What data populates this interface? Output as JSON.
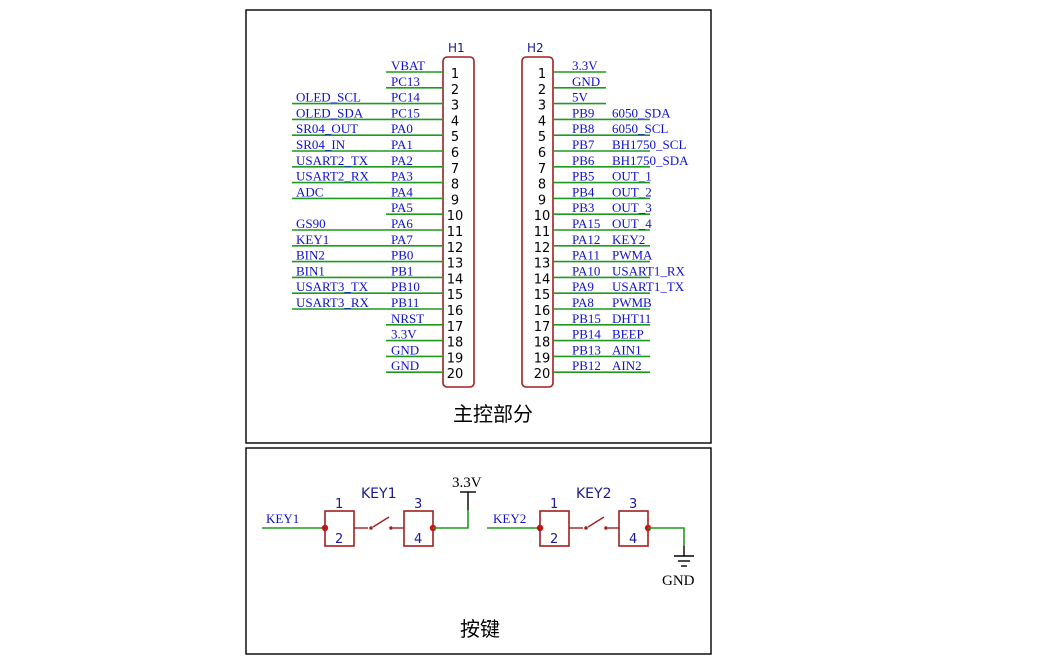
{
  "colors": {
    "wire": "#1f9a1f",
    "body": "#a02020",
    "label": "#1010d0",
    "frame": "#000000"
  },
  "main_section": {
    "title": "主控部分",
    "h1": {
      "name": "H1",
      "pins": [
        {
          "num": "1",
          "label": "VBAT",
          "net": ""
        },
        {
          "num": "2",
          "label": "PC13",
          "net": ""
        },
        {
          "num": "3",
          "label": "PC14",
          "net": "OLED_SCL"
        },
        {
          "num": "4",
          "label": "PC15",
          "net": "OLED_SDA"
        },
        {
          "num": "5",
          "label": "PA0",
          "net": "SR04_OUT"
        },
        {
          "num": "6",
          "label": "PA1",
          "net": "SR04_IN"
        },
        {
          "num": "7",
          "label": "PA2",
          "net": "USART2_TX"
        },
        {
          "num": "8",
          "label": "PA3",
          "net": "USART2_RX"
        },
        {
          "num": "9",
          "label": "PA4",
          "net": "ADC"
        },
        {
          "num": "10",
          "label": "PA5",
          "net": ""
        },
        {
          "num": "11",
          "label": "PA6",
          "net": "GS90"
        },
        {
          "num": "12",
          "label": "PA7",
          "net": "KEY1"
        },
        {
          "num": "13",
          "label": "PB0",
          "net": "BIN2"
        },
        {
          "num": "14",
          "label": "PB1",
          "net": "BIN1"
        },
        {
          "num": "15",
          "label": "PB10",
          "net": "USART3_TX"
        },
        {
          "num": "16",
          "label": "PB11",
          "net": "USART3_RX"
        },
        {
          "num": "17",
          "label": "NRST",
          "net": ""
        },
        {
          "num": "18",
          "label": "3.3V",
          "net": ""
        },
        {
          "num": "19",
          "label": "GND",
          "net": ""
        },
        {
          "num": "20",
          "label": "GND",
          "net": ""
        }
      ]
    },
    "h2": {
      "name": "H2",
      "pins": [
        {
          "num": "1",
          "label": "3.3V",
          "net": ""
        },
        {
          "num": "2",
          "label": "GND",
          "net": ""
        },
        {
          "num": "3",
          "label": "5V",
          "net": ""
        },
        {
          "num": "4",
          "label": "PB9",
          "net": "6050_SDA"
        },
        {
          "num": "5",
          "label": "PB8",
          "net": "6050_SCL"
        },
        {
          "num": "6",
          "label": "PB7",
          "net": "BH1750_SCL"
        },
        {
          "num": "7",
          "label": "PB6",
          "net": "BH1750_SDA"
        },
        {
          "num": "8",
          "label": "PB5",
          "net": "OUT_1"
        },
        {
          "num": "9",
          "label": "PB4",
          "net": "OUT_2"
        },
        {
          "num": "10",
          "label": "PB3",
          "net": "OUT_3"
        },
        {
          "num": "11",
          "label": "PA15",
          "net": "OUT_4"
        },
        {
          "num": "12",
          "label": "PA12",
          "net": "KEY2"
        },
        {
          "num": "13",
          "label": "PA11",
          "net": "PWMA"
        },
        {
          "num": "14",
          "label": "PA10",
          "net": "USART1_RX"
        },
        {
          "num": "15",
          "label": "PA9",
          "net": "USART1_TX"
        },
        {
          "num": "16",
          "label": "PA8",
          "net": "PWMB"
        },
        {
          "num": "17",
          "label": "PB15",
          "net": "DHT11"
        },
        {
          "num": "18",
          "label": "PB14",
          "net": "BEEP"
        },
        {
          "num": "19",
          "label": "PB13",
          "net": "AIN1"
        },
        {
          "num": "20",
          "label": "PB12",
          "net": "AIN2"
        }
      ]
    }
  },
  "key_section": {
    "title": "按键",
    "key1": {
      "name": "KEY1",
      "net": "KEY1",
      "pins": [
        "1",
        "2",
        "3",
        "4"
      ],
      "power": "3.3V"
    },
    "key2": {
      "name": "KEY2",
      "net": "KEY2",
      "pins": [
        "1",
        "2",
        "3",
        "4"
      ],
      "ground": "GND"
    }
  }
}
